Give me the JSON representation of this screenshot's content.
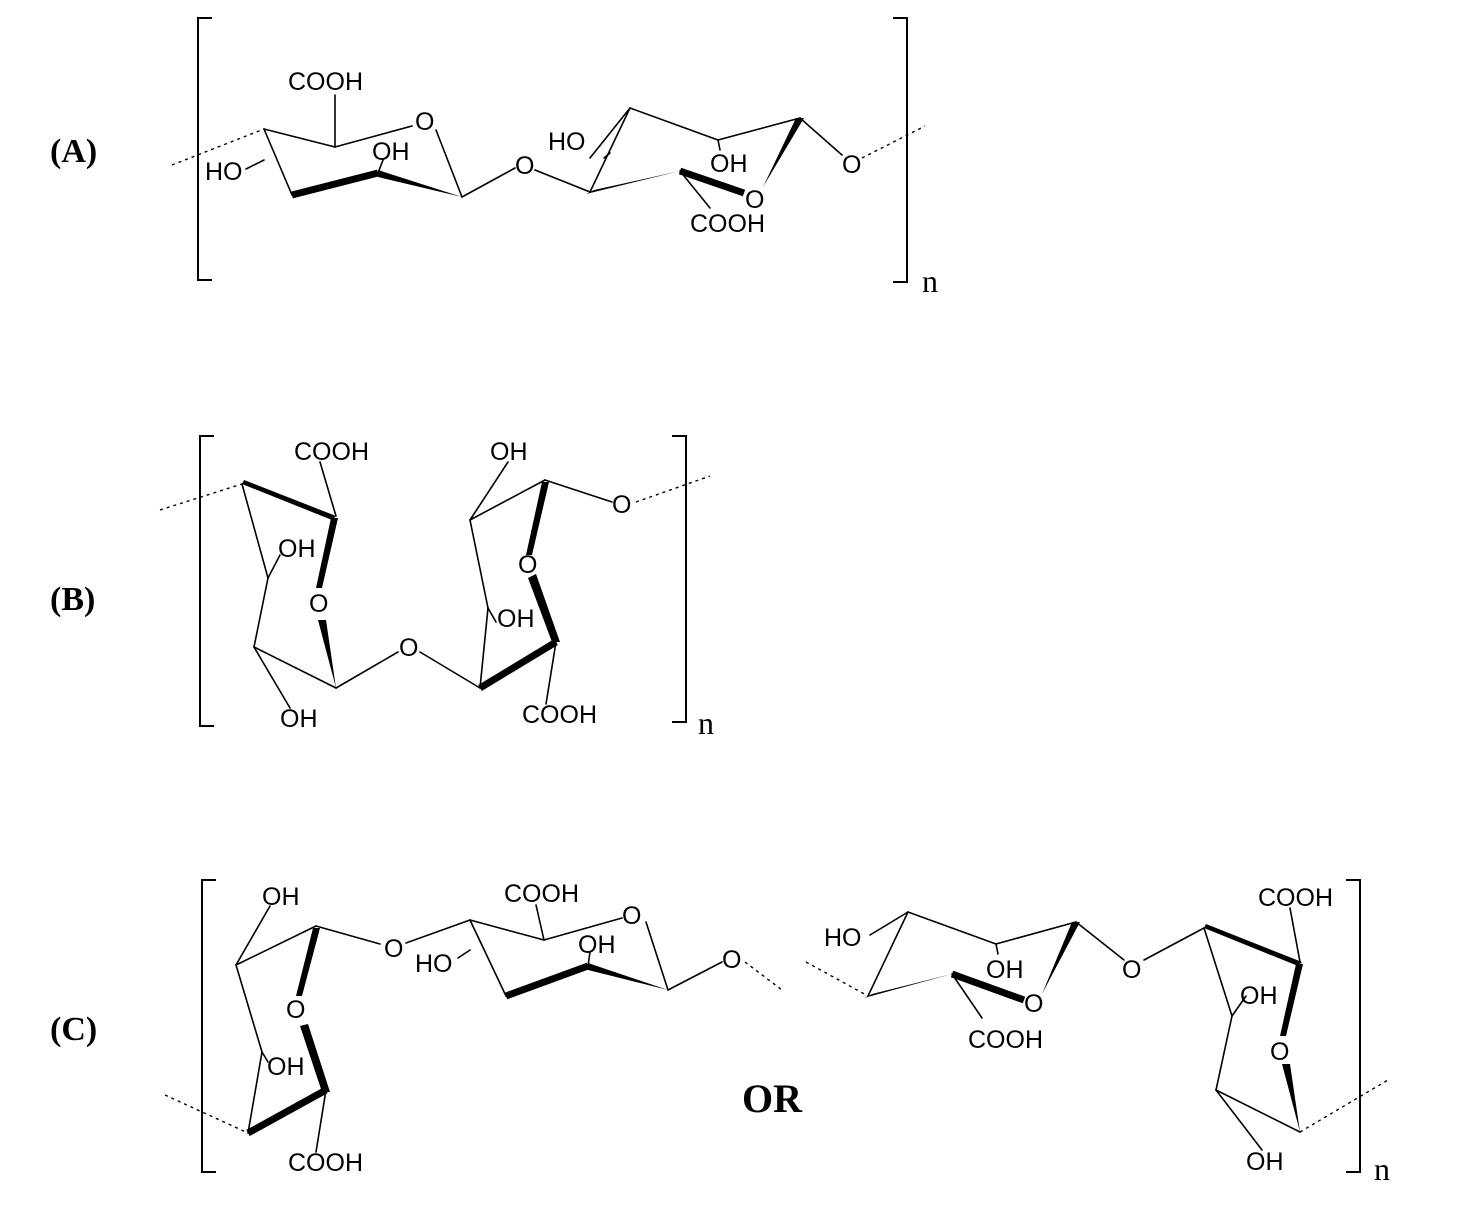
{
  "panels": [
    {
      "label": "(A)",
      "repeat_subscript": "n",
      "atoms": [
        "COOH",
        "O",
        "OH",
        "HO",
        "O",
        "HO",
        "OH",
        "O",
        "COOH",
        "O"
      ]
    },
    {
      "label": "(B)",
      "repeat_subscript": "n",
      "atoms": [
        "COOH",
        "OH",
        "OH",
        "O",
        "O",
        "O",
        "OH",
        "OH",
        "COOH",
        "O"
      ]
    },
    {
      "label": "(C)",
      "repeat_subscript": "n",
      "separator": "OR",
      "atoms_left": [
        "OH",
        "O",
        "O",
        "OH",
        "COOH",
        "COOH",
        "O",
        "HO",
        "OH",
        "O"
      ],
      "atoms_right": [
        "HO",
        "OH",
        "O",
        "COOH",
        "O",
        "COOH",
        "OH",
        "O",
        "OH"
      ]
    }
  ]
}
